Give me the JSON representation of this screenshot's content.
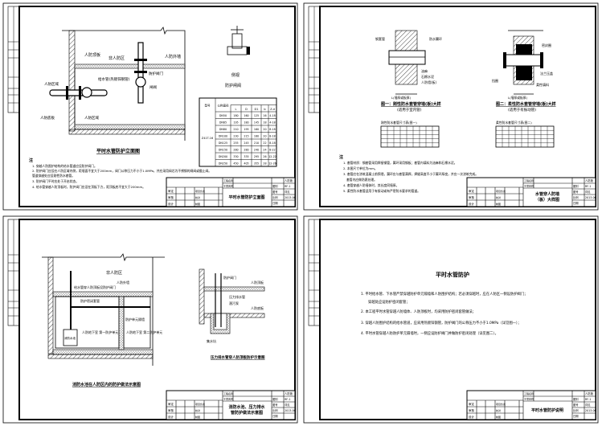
{
  "title_block": {
    "header_labels": [
      "工程名称",
      "子项名称"
    ],
    "left_labels": [
      "审定",
      "审核",
      "设计"
    ],
    "mid_labels": [
      "项目负责",
      "校对",
      "制图"
    ],
    "right_labels": [
      "图别",
      "图号",
      "比例",
      "日期"
    ],
    "right_values": [
      "人防施",
      "RF-1",
      "详见",
      "2013.06"
    ]
  },
  "sheets": [
    {
      "title": "平时水管防护立面图",
      "drawing_title": "平时水管防护立面图",
      "labels": {
        "non_civil": "非人防区",
        "civil_area": "人防区域",
        "civil_wall": "人防外墙",
        "valve1": "防护阀门",
        "valve2": "闸阀",
        "pipe_note": "给水管(热镀锌钢管)",
        "plate": "人防顶板",
        "floor": "人防底板",
        "side_view": "侧视",
        "gate_valve": "防护闸阀"
      },
      "table": {
        "headers": [
          "型号",
          "公称直径",
          "L",
          "D",
          "D1",
          "b",
          "Z-d"
        ],
        "model": "Z41T-16",
        "rows": [
          [
            "DN50",
            "180",
            "160",
            "125",
            "16",
            "4-18"
          ],
          [
            "DN65",
            "195",
            "180",
            "145",
            "18",
            "4-18"
          ],
          [
            "DN80",
            "210",
            "195",
            "160",
            "20",
            "8-18"
          ],
          [
            "DN100",
            "230",
            "215",
            "180",
            "20",
            "8-18"
          ],
          [
            "DN125",
            "255",
            "245",
            "210",
            "22",
            "8-18"
          ],
          [
            "DN150",
            "280",
            "280",
            "240",
            "24",
            "8-22"
          ],
          [
            "DN200",
            "330",
            "335",
            "295",
            "26",
            "12-22"
          ],
          [
            "DN250",
            "450",
            "405",
            "355",
            "28",
            "12-26"
          ]
        ]
      },
      "notes_heading": "注",
      "notes": [
        "1. 穿越人防围护结构的给水管道应设防护阀门。",
        "2. 防护阀门应设在人防区域内侧，距墙面不宜大于200mm，阀门公称压力不小于1.0MPa，并应采用阀芯为不锈钢的闸阀或截止阀。",
        "   管道穿越处应设刚性防水套管。",
        "3. 防护阀门平时应处于开启状态。",
        "4. 给水管穿越人防顶板时，防护阀门应设在顶板下方，距顶板底不宜大于200mm。"
      ]
    },
    {
      "title": "水管穿人防墙（板）大样图",
      "labels": {
        "a1": "钢套管",
        "a2": "防水翼环",
        "a3": "油麻",
        "a4": "石棉水泥",
        "a5": "人防墙(板)",
        "dim": "L(墙厚或板厚)",
        "b1": "密封圈",
        "b2": "法兰压盖",
        "b3": "挡圈",
        "b4": "柔性填料"
      },
      "detail1_title": "图一：刚性防水套管穿墙(板)大样",
      "detail1_sub": "(适用于室内管)",
      "detail2_title": "图二：柔性防水套管穿墙(板)大样",
      "detail2_sub": "(适用于有振动管)",
      "table1_title": "刚性防水套管尺寸表(图一)",
      "table2_title": "柔性防水套管尺寸表(图二)",
      "notes_heading": "注",
      "notes": [
        "1. 套管材质：钢套管采用焊接钢管，翼环采用钢板；套管内填料为油麻和石棉水泥。",
        "2. 本图尺寸单位为mm。",
        "3. 套管应在浇筑混凝土前预埋，翼环应与套管满焊，焊缝高度不小于翼环厚度，并应一次浇筑完成。",
        "   套管内应做防腐处理。",
        "4. 套管穿越人防墙体时，其长度同墙厚。",
        "5. 柔性防水套管适用于有振动或有严密防水要求的管道。"
      ]
    },
    {
      "title": "消防水池、压力排水管防护做法示意图",
      "labels": {
        "non_civil": "非人防区",
        "civil_wall": "人防外墙",
        "pipe1": "给水管穿人防顶板设防护阀门",
        "pipe2": "防护密闭套管",
        "pump": "消防水池",
        "room1": "人防地下室\n第一防护单元",
        "room2": "人防地下室\n第二防护单元",
        "unit_wall": "防护单元隔墙",
        "r1": "防护阀门",
        "r2": "人防顶板",
        "r3": "压力排水管",
        "r4": "集水坑",
        "r5": "人防底板",
        "r6": "潜污泵"
      },
      "drawing1_title": "消防水池在人防区内的防护做法示意图",
      "drawing2_title": "压力排水管穿人防顶板防护示意图"
    },
    {
      "title": "平时水管防护说明",
      "heading": "平时水管防护",
      "notes": [
        "1. 平时给水管、下水管严禁穿越防护单元隔墙和人防围护结构；若必须穿越时，应在人防区一侧设防护阀门；",
        "   穿越处应设防护密闭套管；",
        "2. 本工程平时水管穿越人防墙体、人防顶板时，均采用防护密闭套管做法；",
        "3. 穿越人防围护结构的给水管道，应采用热镀锌钢管，防护阀门的公称压力不小于1.0MPa（详见图一）；",
        "4. 平时水管穿越人防防护单元隔墙时，一侧应设防护阀门并做防护密闭处理（详见图二）。"
      ]
    }
  ]
}
